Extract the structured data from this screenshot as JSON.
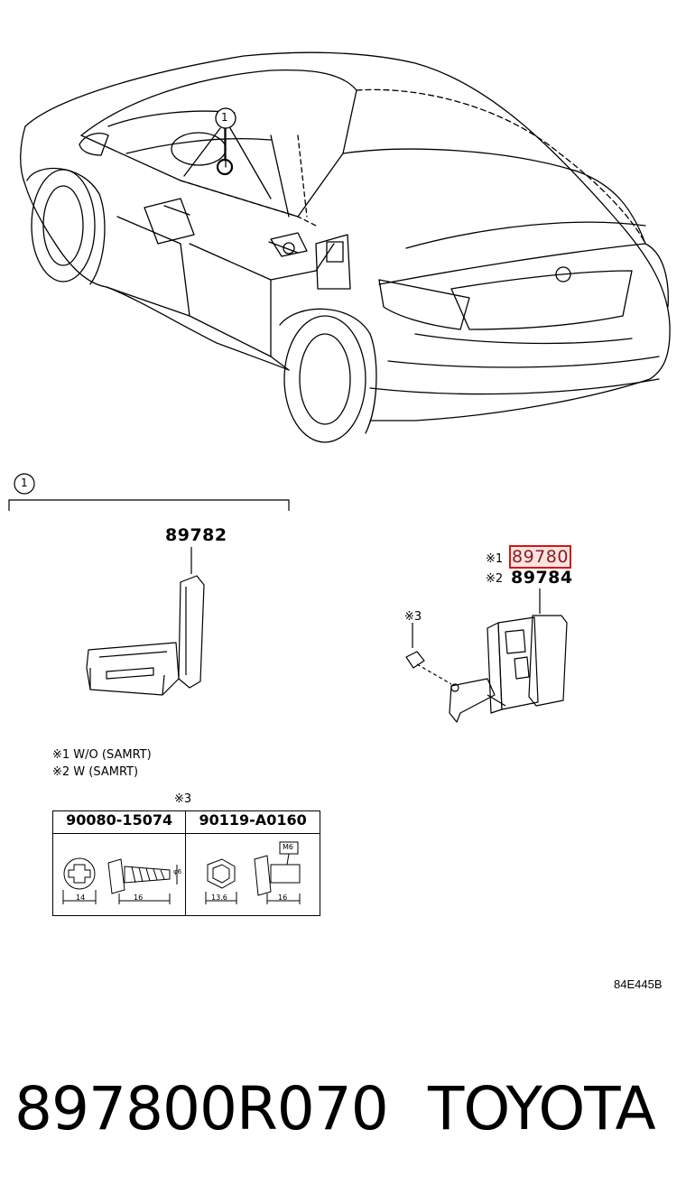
{
  "callout": {
    "index": "1"
  },
  "group": {
    "index": "1"
  },
  "parts": {
    "left_part": "89782",
    "right_marks": [
      "※1",
      "※2"
    ],
    "right_parts": [
      "89780",
      "89784"
    ],
    "bolt_mark": "※3"
  },
  "notes": [
    "※1 W/O (SAMRT)",
    "※2 W (SAMRT)"
  ],
  "fastener_table": {
    "mark": "※3",
    "columns": [
      "90080-15074",
      "90119-A0160"
    ],
    "dims": {
      "col1_head": "14",
      "col1_len": "16",
      "col1_side": "φ6",
      "col2_head": "13.6",
      "col2_len": "16",
      "col2_thread": "M6"
    }
  },
  "diagram_code": "84E445B",
  "caption": {
    "part_number": "897800R070",
    "brand": "TOYOTA"
  },
  "colors": {
    "highlight": "#d01818",
    "ink": "#000000"
  }
}
